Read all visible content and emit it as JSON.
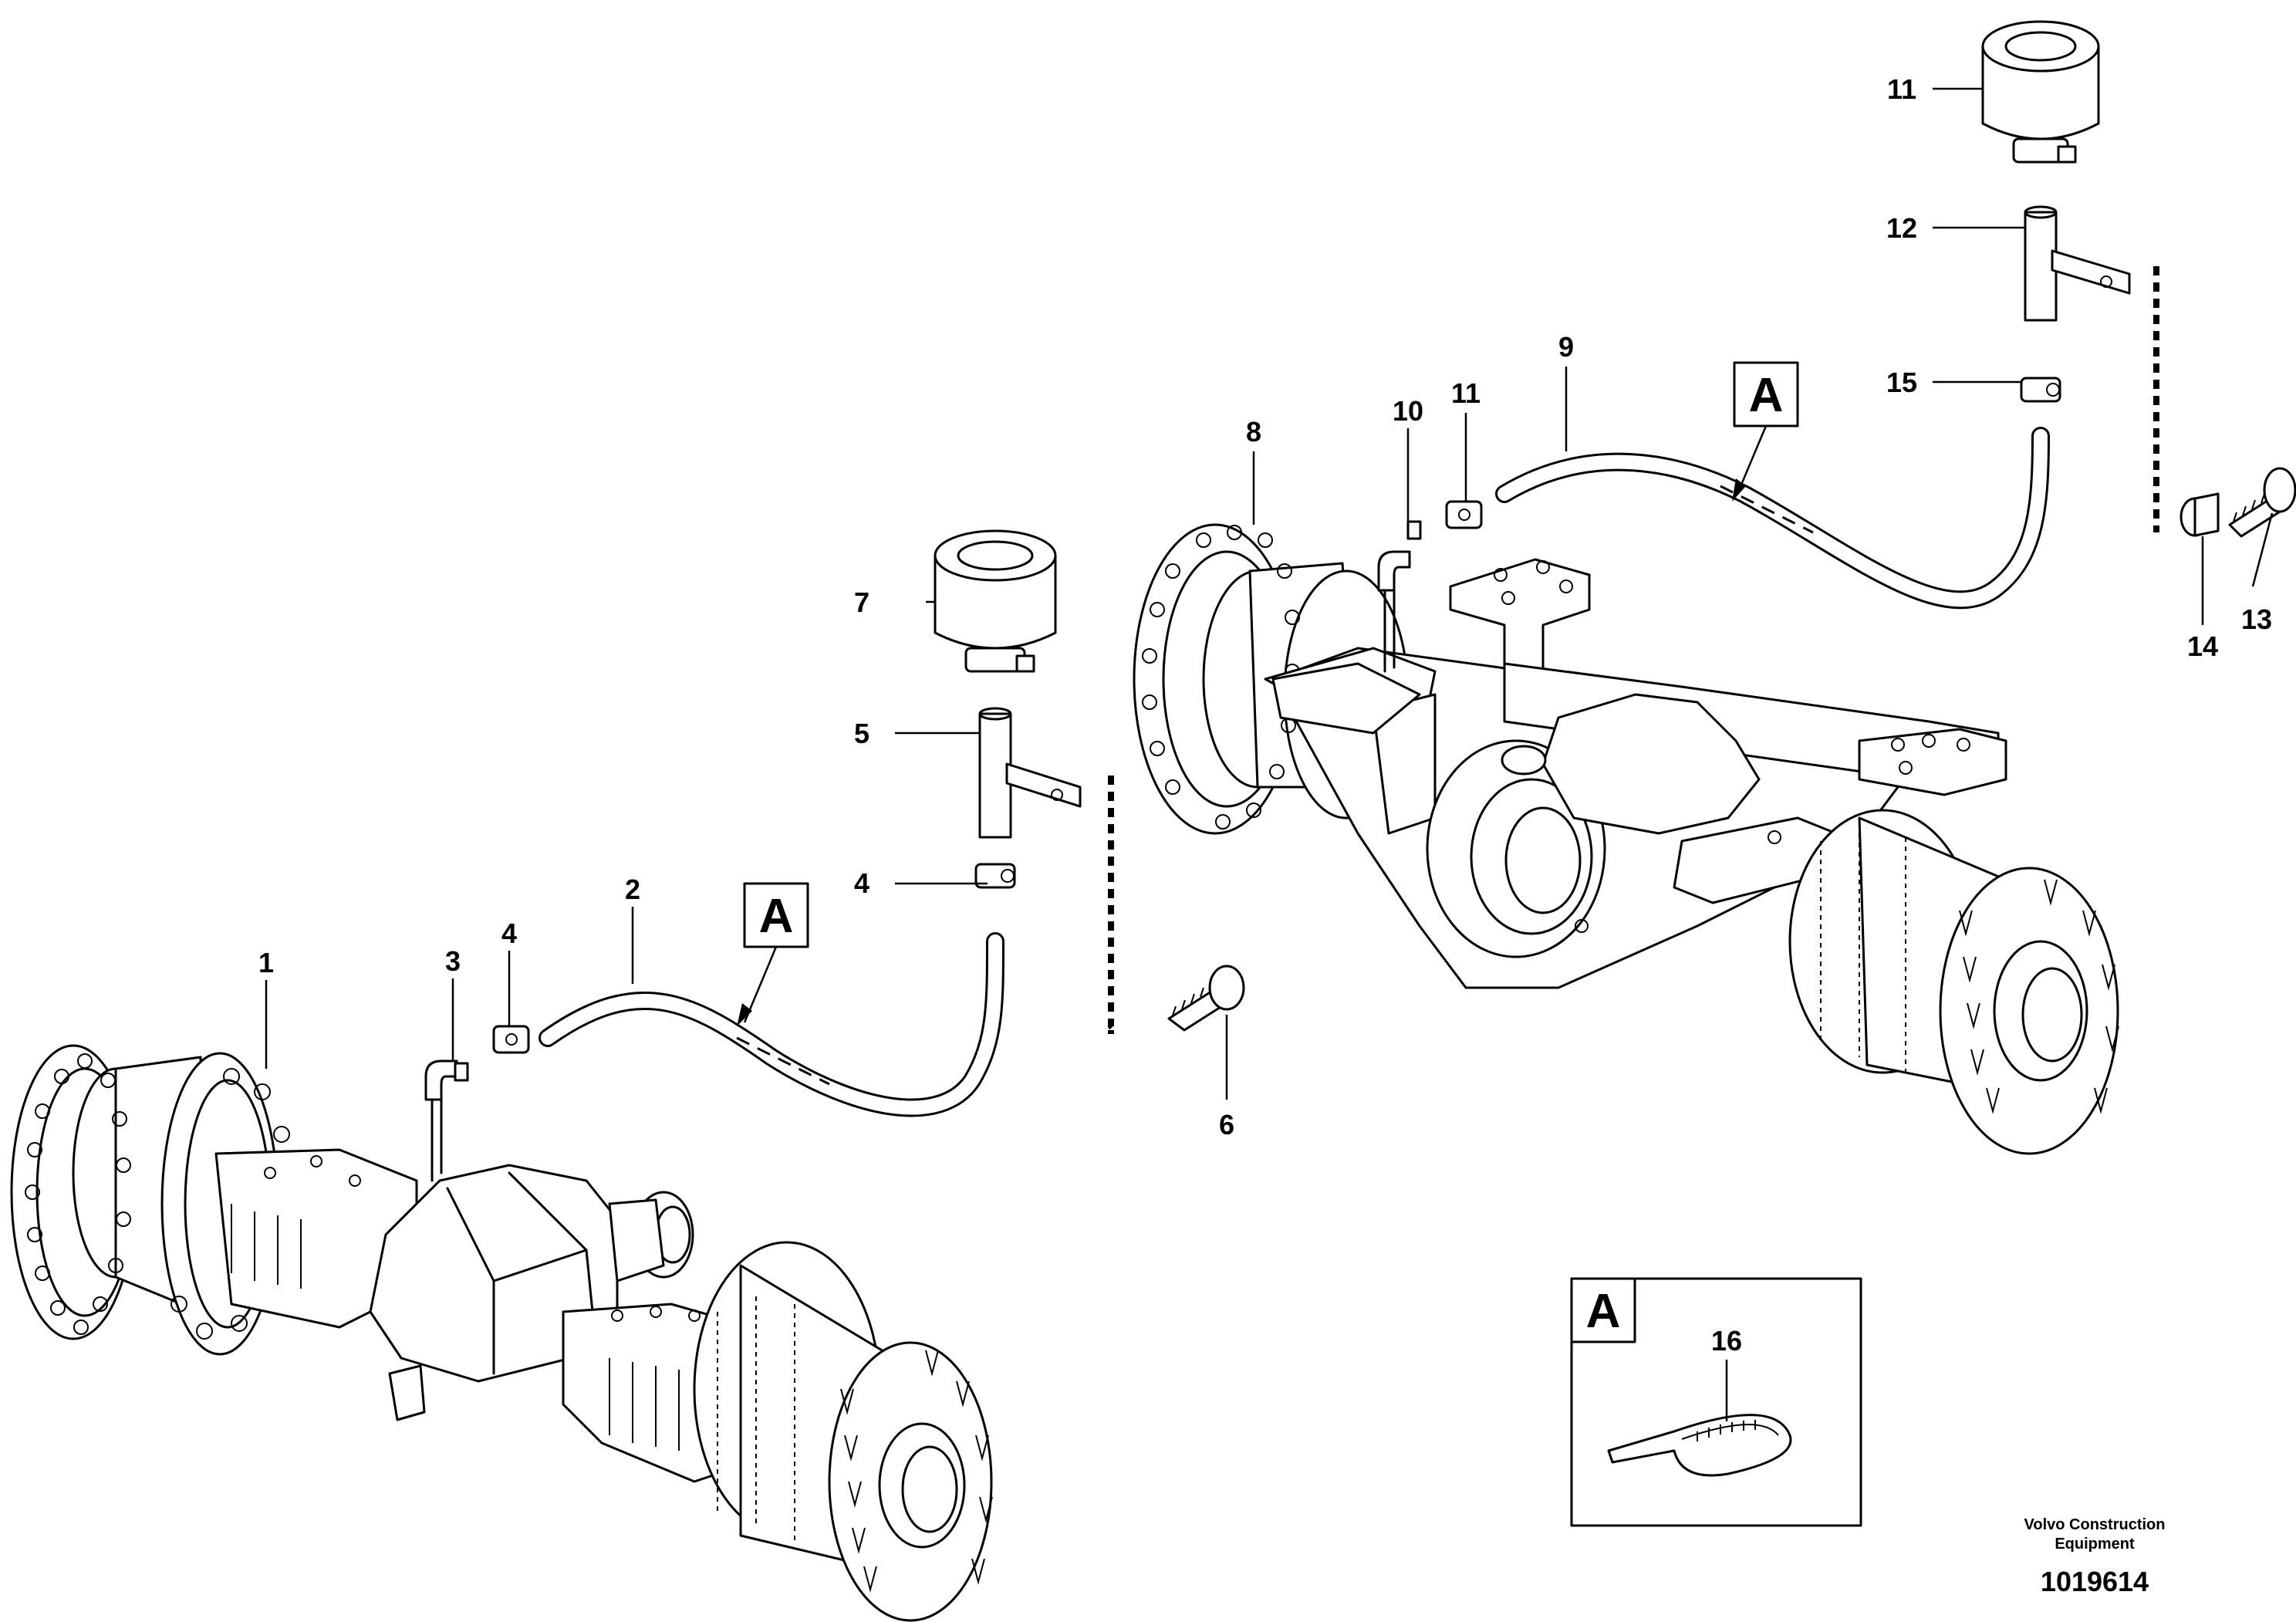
{
  "diagram": {
    "callouts": {
      "c1": "1",
      "c2": "2",
      "c3": "3",
      "c4": "4",
      "c5": "5",
      "c6": "6",
      "c7": "7",
      "c8": "8",
      "c9": "9",
      "c10": "10",
      "c11a": "11",
      "c11b": "11",
      "c12": "12",
      "c13": "13",
      "c14": "14",
      "c15": "15",
      "c16": "16"
    },
    "detail_tag": "A",
    "footer": {
      "line1": "Volvo Construction",
      "line2": "Equipment",
      "doc_number": "1019614"
    }
  }
}
